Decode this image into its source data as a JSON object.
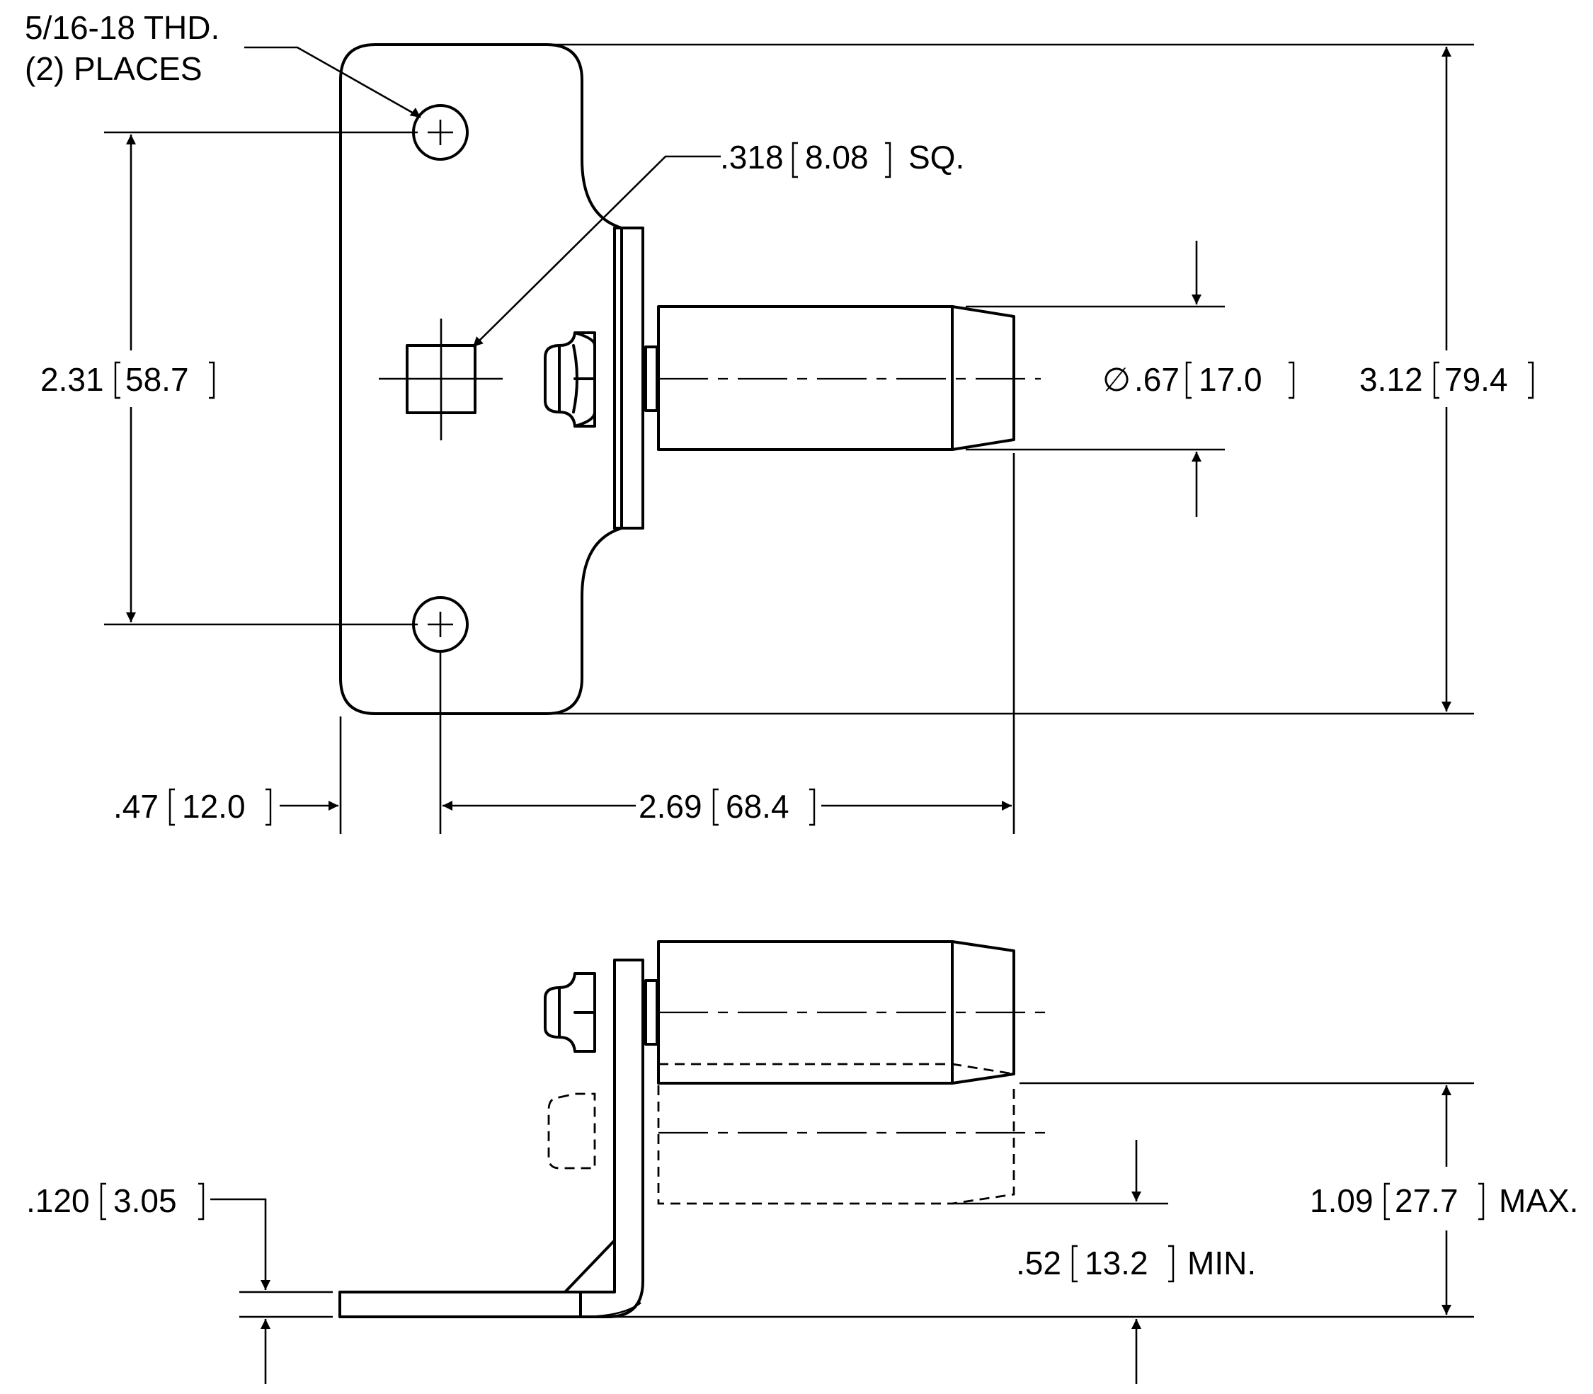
{
  "drawing": {
    "thread_callout": {
      "line1": "5/16-18 THD.",
      "line2": "(2) PLACES"
    },
    "square_hole": {
      "inch": ".318",
      "mm": "8.08",
      "suffix": "SQ."
    },
    "hole_spacing": {
      "inch": "2.31",
      "mm": "58.7"
    },
    "pin_diameter": {
      "symbol": "∅",
      "inch": ".67",
      "mm": "17.0"
    },
    "overall_height": {
      "inch": "3.12",
      "mm": "79.4"
    },
    "edge_to_hole": {
      "inch": ".47",
      "mm": "12.0"
    },
    "hole_to_pin_end": {
      "inch": "2.69",
      "mm": "68.4"
    },
    "plate_thickness": {
      "inch": ".120",
      "mm": "3.05"
    },
    "max_height": {
      "inch": "1.09",
      "mm": "27.7",
      "suffix": "MAX."
    },
    "min_height": {
      "inch": ".52",
      "mm": "13.2",
      "suffix": "MIN."
    }
  }
}
